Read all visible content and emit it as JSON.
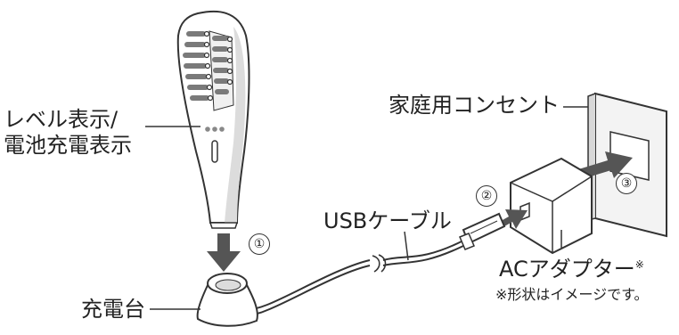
{
  "labels": {
    "level_display_line1": "レベル表示/",
    "level_display_line2": "電池充電表示",
    "outlet": "家庭用コンセント",
    "usb_cable": "USBケーブル",
    "charging_stand": "充電台",
    "ac_adapter": "ACアダプター",
    "ac_adapter_mark": "※",
    "note": "※形状はイメージです。"
  },
  "steps": {
    "step1": "①",
    "step2": "②",
    "step3": "③"
  },
  "colors": {
    "line": "#333333",
    "arrow": "#555555",
    "device_shade": "#dcdcdc",
    "teeth": "#7a7a7a"
  }
}
